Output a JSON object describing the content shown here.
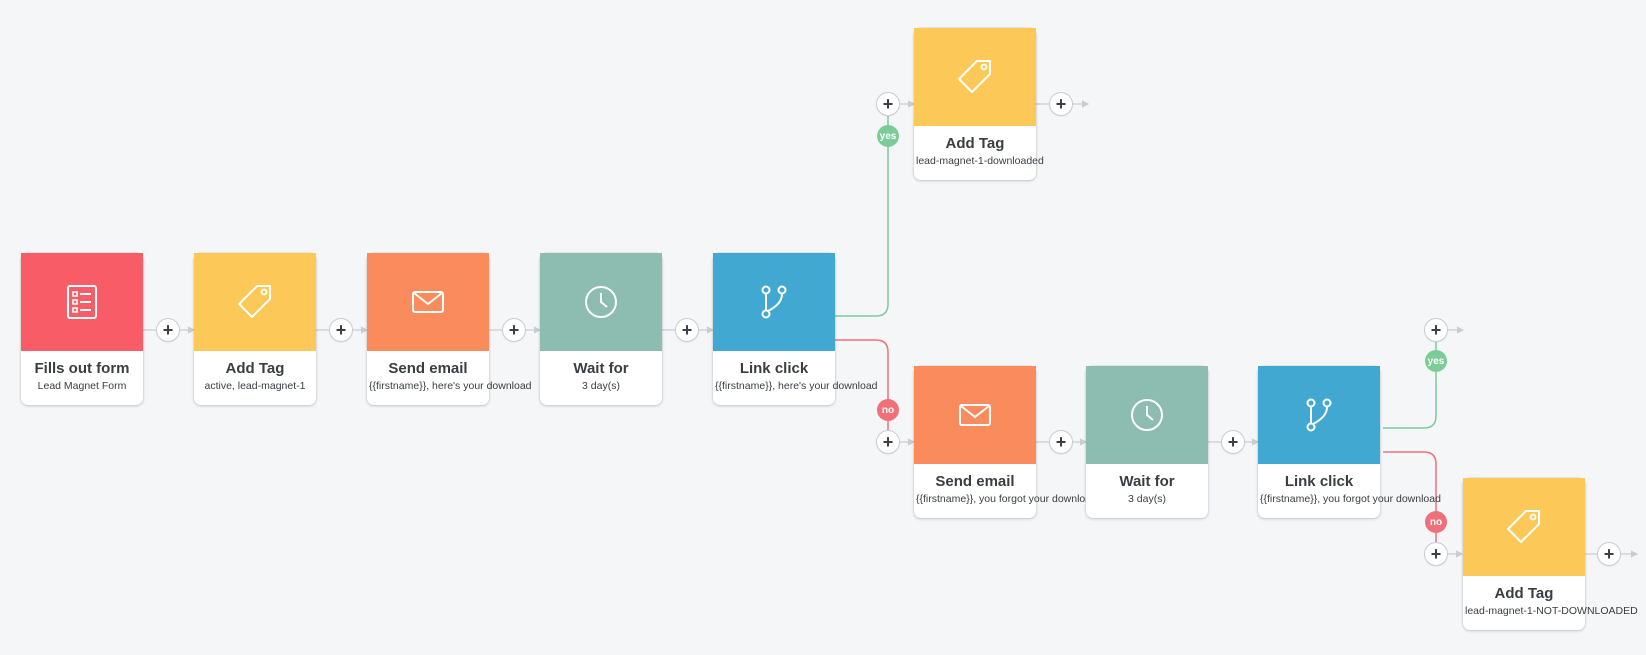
{
  "colors": {
    "trigger": "#f85d67",
    "tag": "#fcc959",
    "email": "#f98b5c",
    "wait": "#8dbcb1",
    "condition": "#41a8d1",
    "yes_path": "#7ccc98",
    "no_path": "#f0707a",
    "connector": "#c9ccd1"
  },
  "workflow": {
    "nodes": [
      {
        "id": "n1",
        "title": "Fills out form",
        "subtitle": "Lead Magnet Form",
        "icon": "form-icon"
      },
      {
        "id": "n2",
        "title": "Add Tag",
        "subtitle": "active, lead-magnet-1",
        "icon": "tag-icon"
      },
      {
        "id": "n3",
        "title": "Send email",
        "subtitle": "{{firstname}}, here's your download",
        "icon": "envelope-icon"
      },
      {
        "id": "n4",
        "title": "Wait for",
        "subtitle": "3 day(s)",
        "icon": "clock-icon"
      },
      {
        "id": "n5",
        "title": "Link click",
        "subtitle": "{{firstname}}, here's your download",
        "icon": "branch-icon"
      },
      {
        "id": "n6",
        "title": "Add Tag",
        "subtitle": "lead-magnet-1-downloaded",
        "icon": "tag-icon"
      },
      {
        "id": "n7",
        "title": "Send email",
        "subtitle": "{{firstname}}, you forgot your download",
        "icon": "envelope-icon"
      },
      {
        "id": "n8",
        "title": "Wait for",
        "subtitle": "3 day(s)",
        "icon": "clock-icon"
      },
      {
        "id": "n9",
        "title": "Link click",
        "subtitle": "{{firstname}}, you forgot your download",
        "icon": "branch-icon"
      },
      {
        "id": "n10",
        "title": "Add Tag",
        "subtitle": "lead-magnet-1-NOT-DOWNLOADED",
        "icon": "tag-icon"
      }
    ],
    "add_step_symbol": "+",
    "branch_labels": {
      "yes": "yes",
      "no": "no"
    }
  }
}
